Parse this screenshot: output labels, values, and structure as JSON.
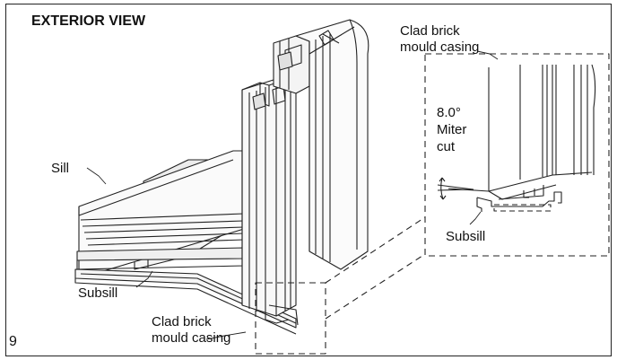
{
  "figure": {
    "title": "EXTERIOR VIEW",
    "figure_number": "9",
    "labels": {
      "sill": "Sill",
      "subsill_main": "Subsill",
      "casing_main_line1": "Clad brick",
      "casing_main_line2": "mould casing",
      "casing_detail_line1": "Clad brick",
      "casing_detail_line2": "mould casing",
      "miter_angle": "8.0°",
      "miter_line1": "Miter",
      "miter_line2": "cut",
      "subsill_detail": "Subsill"
    }
  }
}
